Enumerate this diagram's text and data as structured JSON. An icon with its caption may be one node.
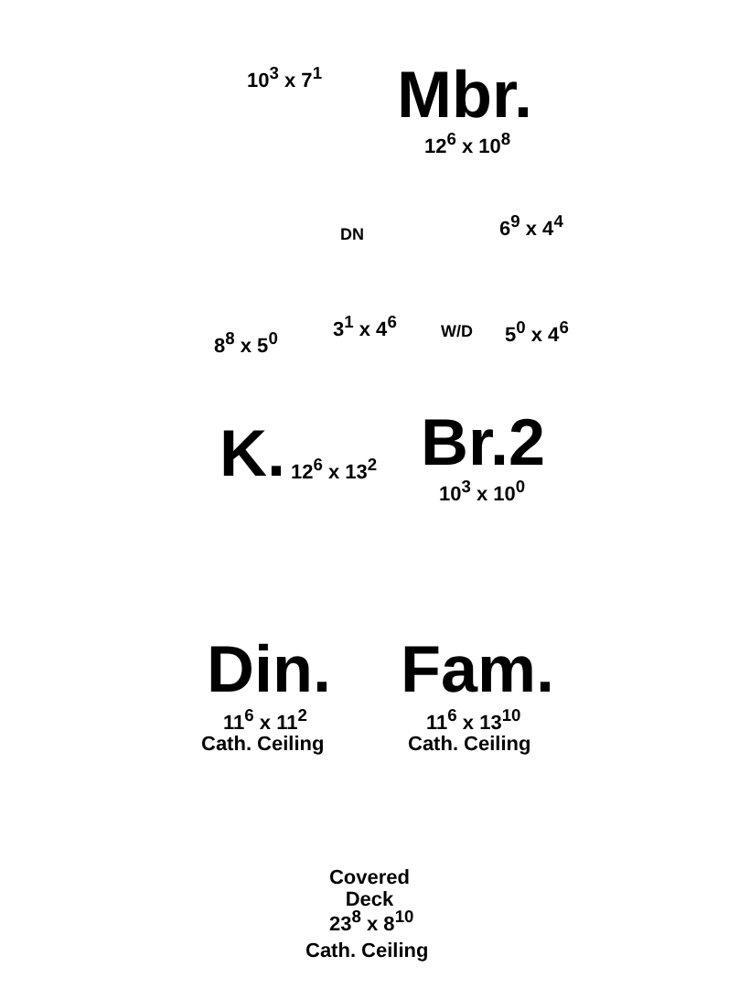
{
  "diagram": {
    "labels": [
      "10$^{3}$ x 7$^{1}$",
      "Mbr.",
      "12$^{6}$ x 10$^{8}$",
      "DN",
      "6$^{9}$ x 4$^{4}$",
      "3$^{1}$ x 4$^{6}$",
      "W/D",
      "5$^{0}$ x 4$^{6}$",
      "8$^{8}$ x 5$^{0}$",
      "K.",
      "12$^{6}$ x 13$^{2}$",
      "Br.2",
      "10$^{3}$ x 10$^{0}$",
      "Din.",
      "11$^{6}$ x 11$^{2}$",
      "Cath. Ceiling",
      "Fam.",
      "11$^{6}$ x 13$^{10}$",
      "Cath. Ceiling",
      "Covered Deck",
      "23$^{8}$ x 8$^{10}$",
      "Cath. Ceiling"
    ]
  }
}
